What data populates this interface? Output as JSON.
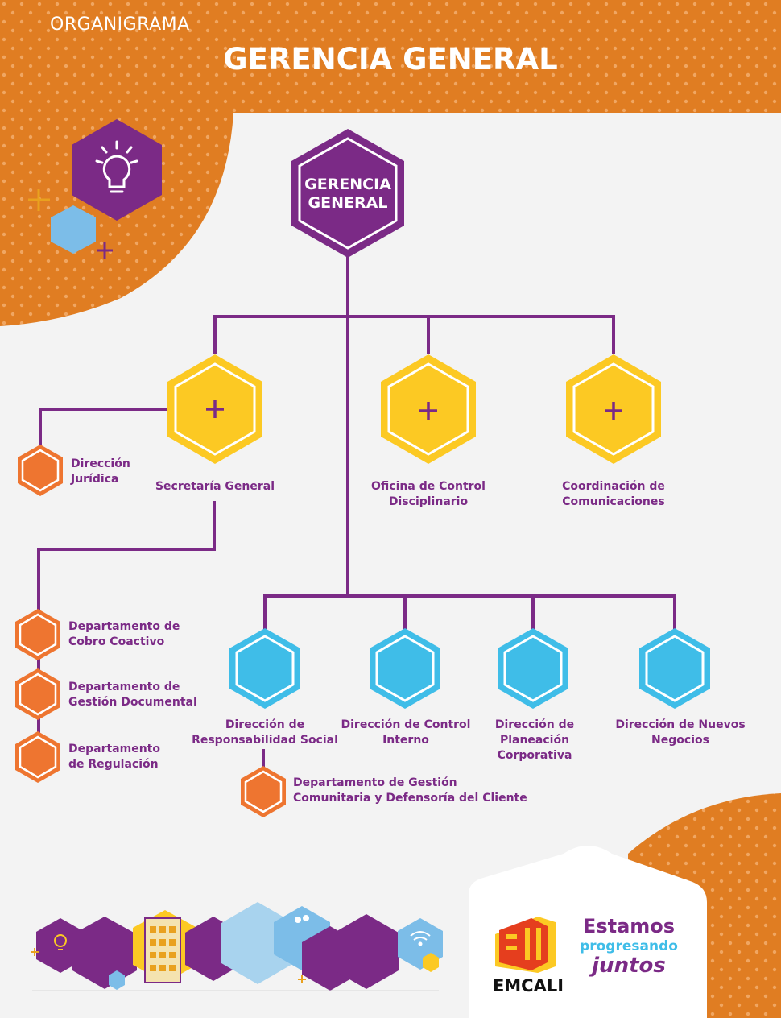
{
  "header": {
    "overline": "ORGANIGRAMA",
    "title": "GERENCIA GENERAL"
  },
  "root": {
    "label": "GERENCIA\nGENERAL"
  },
  "level1": [
    {
      "id": "secretaria",
      "label": "Secretaría General"
    },
    {
      "id": "control-disciplinario",
      "label": "Oficina de Control\nDisciplinario"
    },
    {
      "id": "comunicaciones",
      "label": "Coordinación de\nComunicaciones"
    }
  ],
  "secretaria_children": [
    {
      "id": "juridica",
      "label": "Dirección\nJurídica"
    },
    {
      "id": "cobro",
      "label": "Departamento de\nCobro Coactivo"
    },
    {
      "id": "documental",
      "label": "Departamento de\nGestión Documental"
    },
    {
      "id": "regulacion",
      "label": "Departamento\nde Regulación"
    }
  ],
  "level2": [
    {
      "id": "responsabilidad",
      "label": "Dirección de\nResponsabilidad Social"
    },
    {
      "id": "control-interno",
      "label": "Dirección de Control\nInterno"
    },
    {
      "id": "planeacion",
      "label": "Dirección de Planeación\nCorporativa"
    },
    {
      "id": "nuevos-negocios",
      "label": "Dirección de Nuevos\nNegocios"
    }
  ],
  "responsabilidad_child": {
    "label": "Departamento de Gestión\nComunitaria y Defensoría del Cliente"
  },
  "brand": {
    "name": "EMCALI",
    "slogan_1": "Estamos",
    "slogan_2": "progresando",
    "slogan_3": "juntos"
  },
  "colors": {
    "orange": "#e07d22",
    "purple": "#7b2a86",
    "yellow": "#fcc923",
    "blue": "#3fbde8",
    "light_blue": "#7cbde8",
    "node_orange": "#ee7530"
  }
}
